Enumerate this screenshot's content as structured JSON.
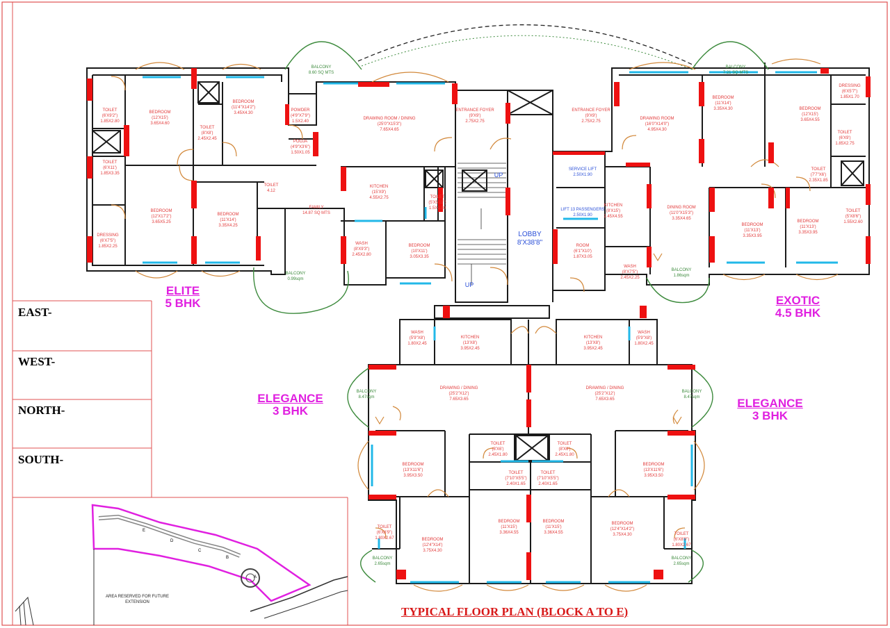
{
  "title": "TYPICAL FLOOR PLAN (BLOCK A TO E)",
  "units": [
    {
      "name": "ELITE",
      "type": "5 BHK"
    },
    {
      "name": "EXOTIC",
      "type": "4.5 BHK"
    },
    {
      "name": "ELEGANCE",
      "type": "3 BHK"
    },
    {
      "name": "ELEGANCE",
      "type": "3 BHK"
    }
  ],
  "directions": [
    "EAST-",
    "WEST-",
    "NORTH-",
    "SOUTH-"
  ],
  "site_note": "AREA RESERVED FOR FUTURE EXTENSION",
  "colors": {
    "wall": "#1a1a1a",
    "column": "#ee1111",
    "window": "#22b8e8",
    "door": "#d2883a",
    "room_text": "#e23a3a",
    "balcony": "#3c8a3c",
    "unit_name": "#e020e0",
    "title": "#d81818"
  },
  "rooms": [
    {
      "name": "TOILET",
      "dim1": "(6'X9'2\")",
      "dim2": "1.85X2.80"
    },
    {
      "name": "BEDROOM",
      "dim1": "(12'X15')",
      "dim2": "3.65X4.60"
    },
    {
      "name": "BEDROOM",
      "dim1": "(11'4\"X14'2\")",
      "dim2": "3.45X4.30"
    },
    {
      "name": "TOILET",
      "dim1": "(8'X8')",
      "dim2": "2.45X2.45"
    },
    {
      "name": "POWDER",
      "dim1": "(4'9\"X7'9\")",
      "dim2": "1.5X2.40"
    },
    {
      "name": "POOJA",
      "dim1": "(4'9\"X3'6\")",
      "dim2": "1.50X1.05"
    },
    {
      "name": "DRAWING ROOM / DINING",
      "dim1": "(25'0\"X15'3\")",
      "dim2": "7.65X4.65"
    },
    {
      "name": "ENTRANCE FOYER",
      "dim1": "(9'X9')",
      "dim2": "2.75X2.75"
    },
    {
      "name": "TOILET",
      "dim1": "(6'X11')",
      "dim2": "1.85X3.35"
    },
    {
      "name": "BEDROOM",
      "dim1": "(12'X17'2\")",
      "dim2": "3.65X5.25"
    },
    {
      "name": "BEDROOM",
      "dim1": "(11'X14')",
      "dim2": "3.35X4.25"
    },
    {
      "name": "TOILET",
      "dim1": "",
      "dim2": "4.12"
    },
    {
      "name": "FAMILY",
      "dim1": "",
      "dim2": "14.87 SQ MTS"
    },
    {
      "name": "KITCHEN",
      "dim1": "(15'X9')",
      "dim2": "4.55X2.75"
    },
    {
      "name": "TOILET",
      "dim1": "(5'X5'11\")",
      "dim2": "1.5X1.80"
    },
    {
      "name": "DRESSING",
      "dim1": "(6'X7'5\")",
      "dim2": "1.85X2.25"
    },
    {
      "name": "WASH",
      "dim1": "(8'X9'3\")",
      "dim2": "2.45X2.80"
    },
    {
      "name": "BEDROOM",
      "dim1": "(10'X11')",
      "dim2": "3.05X3.35"
    },
    {
      "name": "BALCONY",
      "dim1": "",
      "dim2": "8.60 SQ MTS"
    },
    {
      "name": "BALCONY",
      "dim1": "",
      "dim2": "0.99sqm"
    },
    {
      "name": "LOBBY",
      "dim1": "",
      "dim2": "8'X38'8\""
    },
    {
      "name": "UP",
      "dim1": "",
      "dim2": ""
    },
    {
      "name": "UP",
      "dim1": "",
      "dim2": ""
    },
    {
      "name": "SERVICE LIFT",
      "dim1": "",
      "dim2": "2.50X1.90"
    },
    {
      "name": "LIFT 13 PASSENGERS",
      "dim1": "",
      "dim2": "2.50X1.90"
    },
    {
      "name": "ENTRANCE FOYER",
      "dim1": "(9'X9')",
      "dim2": "2.75X2.75"
    },
    {
      "name": "DRAWING ROOM",
      "dim1": "(16'0\"X14'0\")",
      "dim2": "4.95X4.30"
    },
    {
      "name": "BEDROOM",
      "dim1": "(11'X14')",
      "dim2": "3.35X4.30"
    },
    {
      "name": "BALCONY",
      "dim1": "",
      "dim2": "7.21 SQ MTS"
    },
    {
      "name": "DRESSING",
      "dim1": "(6'X5'7\")",
      "dim2": "1.85X1.70"
    },
    {
      "name": "BEDROOM",
      "dim1": "(12'X15')",
      "dim2": "3.65X4.55"
    },
    {
      "name": "TOILET",
      "dim1": "(6'X9')",
      "dim2": "1.85X2.75"
    },
    {
      "name": "TOILET",
      "dim1": "(7'7\"X6')",
      "dim2": "2.35X1.85"
    },
    {
      "name": "KITCHEN",
      "dim1": "(8'X15')",
      "dim2": "2.45X4.55"
    },
    {
      "name": "DINING ROOM",
      "dim1": "(11'0\"X15'3\")",
      "dim2": "3.35X4.65"
    },
    {
      "name": "BEDROOM",
      "dim1": "(11'X13')",
      "dim2": "3.35X3.95"
    },
    {
      "name": "BEDROOM",
      "dim1": "(11'X13')",
      "dim2": "3.35X3.95"
    },
    {
      "name": "TOILET",
      "dim1": "(5'X8'6\")",
      "dim2": "1.55X2.60"
    },
    {
      "name": "ROOM",
      "dim1": "(6'1\"X10')",
      "dim2": "1.87X3.05"
    },
    {
      "name": "WASH",
      "dim1": "(8'X7'5\")",
      "dim2": "2.45X2.25"
    },
    {
      "name": "BALCONY",
      "dim1": "",
      "dim2": "1.86sqm"
    },
    {
      "name": "WASH",
      "dim1": "(5'9\"X8')",
      "dim2": "1.80X2.45"
    },
    {
      "name": "KITCHEN",
      "dim1": "(13'X8')",
      "dim2": "3.95X2.45"
    },
    {
      "name": "KITCHEN",
      "dim1": "(13'X8')",
      "dim2": "3.95X2.45"
    },
    {
      "name": "WASH",
      "dim1": "(5'9\"X8')",
      "dim2": "1.80X2.45"
    },
    {
      "name": "BALCONY",
      "dim1": "",
      "dim2": "8.47sqm"
    },
    {
      "name": "DRAWING / DINING",
      "dim1": "(25'2\"X12')",
      "dim2": "7.65X3.65"
    },
    {
      "name": "DRAWING / DINING",
      "dim1": "(25'2\"X12')",
      "dim2": "7.65X3.65"
    },
    {
      "name": "BALCONY",
      "dim1": "",
      "dim2": "8.47sqm"
    },
    {
      "name": "TOILET",
      "dim1": "(8'X6')",
      "dim2": "2.45X1.80"
    },
    {
      "name": "TOILET",
      "dim1": "(8'X6')",
      "dim2": "2.45X1.80"
    },
    {
      "name": "BEDROOM",
      "dim1": "(13'X11'6\")",
      "dim2": "3.95X3.50"
    },
    {
      "name": "TOILET",
      "dim1": "(7'10\"X5'5\")",
      "dim2": "2.40X1.65"
    },
    {
      "name": "TOILET",
      "dim1": "(7'10\"X5'5\")",
      "dim2": "2.40X1.65"
    },
    {
      "name": "BEDROOM",
      "dim1": "(13'X11'6\")",
      "dim2": "3.95X3.50"
    },
    {
      "name": "TOILET",
      "dim1": "(6'X8'9\")",
      "dim2": "1.80X2.67"
    },
    {
      "name": "BEDROOM",
      "dim1": "(12'4\"X14')",
      "dim2": "3.75X4.30"
    },
    {
      "name": "BEDROOM",
      "dim1": "(11'X15')",
      "dim2": "3.36X4.55"
    },
    {
      "name": "BEDROOM",
      "dim1": "(11'X15')",
      "dim2": "3.36X4.55"
    },
    {
      "name": "BEDROOM",
      "dim1": "(12'4\"X14'2\")",
      "dim2": "3.75X4.30"
    },
    {
      "name": "TOILET",
      "dim1": "(6'X8'9\")",
      "dim2": "1.80X2.67"
    },
    {
      "name": "BALCONY",
      "dim1": "",
      "dim2": "2.65sqm"
    },
    {
      "name": "BALCONY",
      "dim1": "",
      "dim2": "2.65sqm"
    }
  ],
  "key_plan_blocks": [
    "E",
    "D",
    "C",
    "B",
    "A"
  ]
}
